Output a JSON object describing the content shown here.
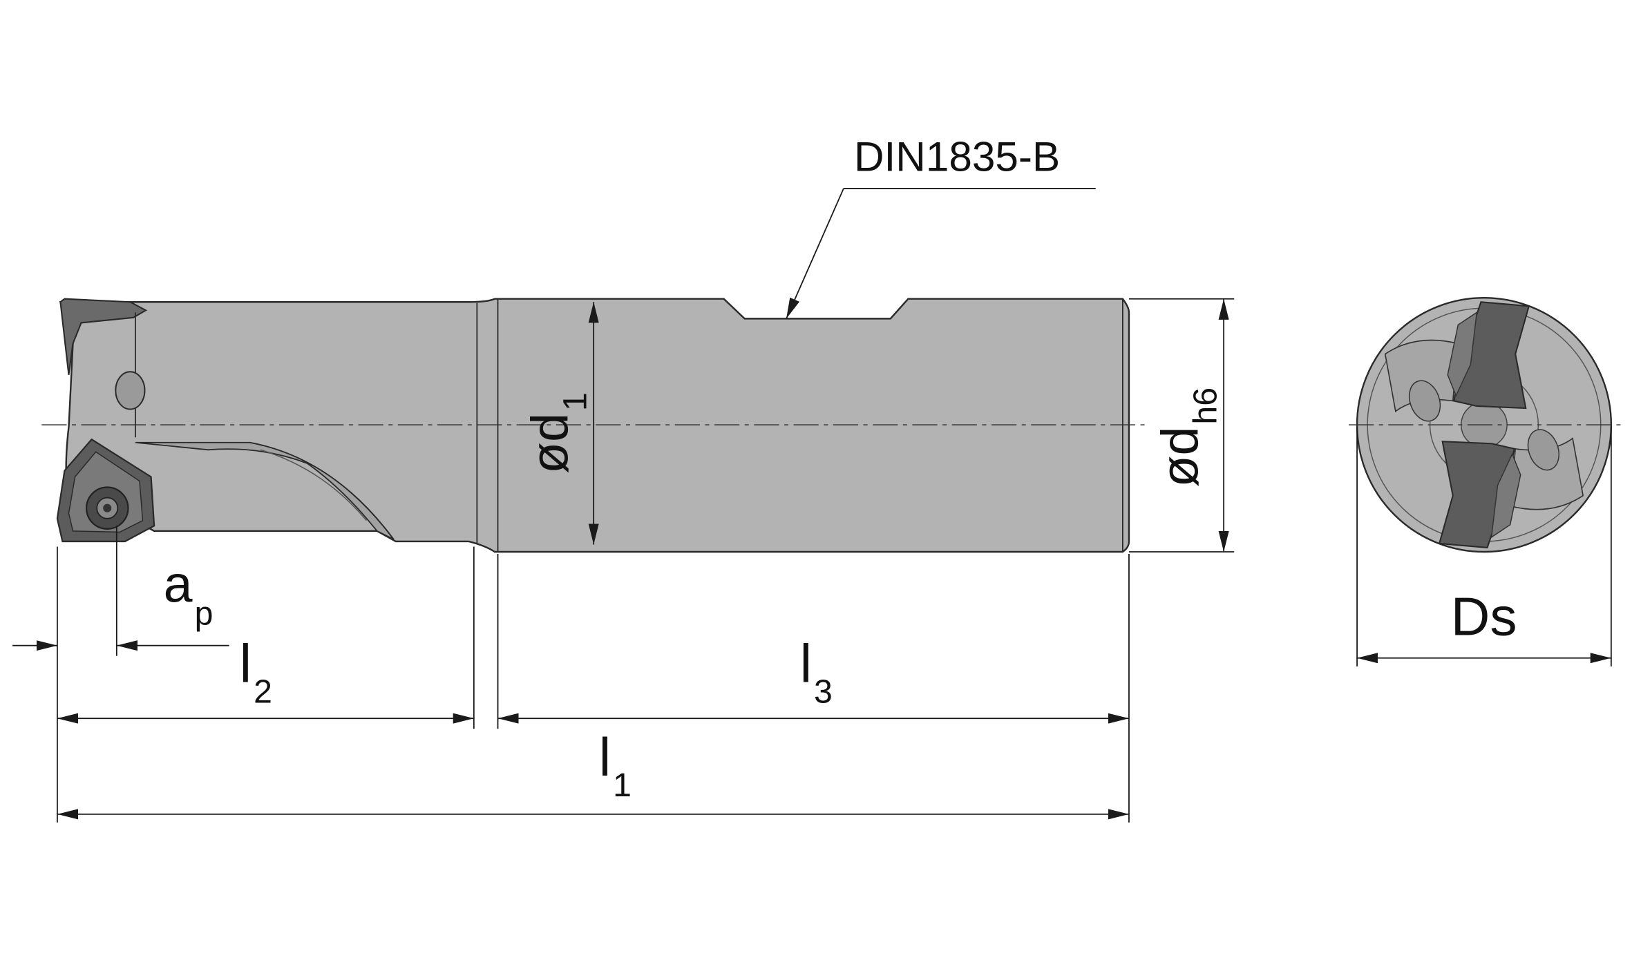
{
  "annotation": {
    "text": "DIN1835-B"
  },
  "dimensions": {
    "ap": {
      "main": "a",
      "sub": "p"
    },
    "l1": {
      "main": "l",
      "sub": "1"
    },
    "l2": {
      "main": "l",
      "sub": "2"
    },
    "l3": {
      "main": "l",
      "sub": "3"
    },
    "d1": {
      "main": "ød",
      "sub": "1"
    },
    "dh6": {
      "main": "ød",
      "sub": "h6"
    },
    "ds": {
      "main": "Ds"
    }
  },
  "colors": {
    "body": "#b3b3b3",
    "body_dark": "#9a9a9a",
    "insert": "#5c5c5c",
    "insert_light": "#8a8a8a",
    "outline": "#2a2a2a",
    "line": "#1a1a1a"
  }
}
